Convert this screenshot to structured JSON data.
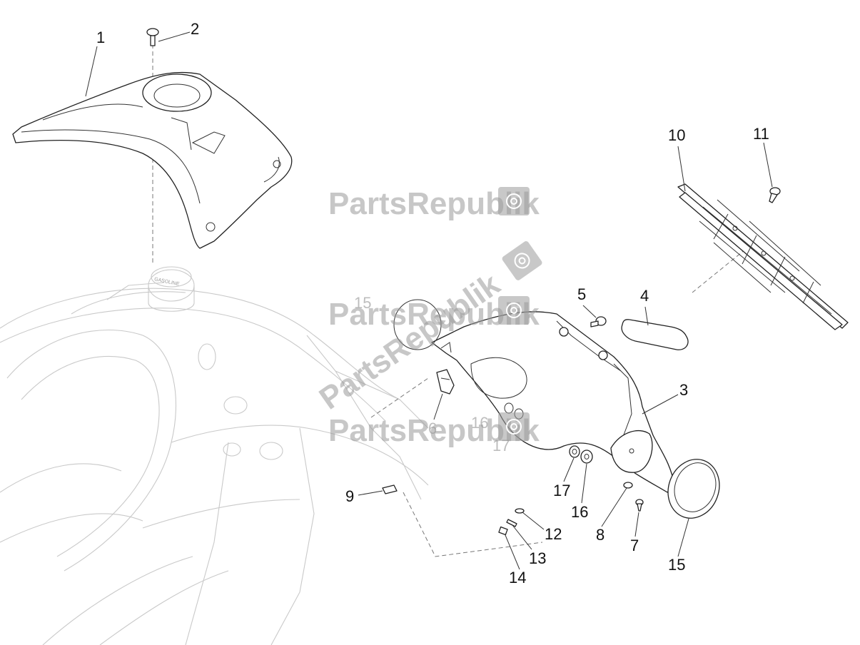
{
  "diagram": {
    "callouts": [
      {
        "id": "c1",
        "text": "1"
      },
      {
        "id": "c2",
        "text": "2"
      },
      {
        "id": "c3",
        "text": "3"
      },
      {
        "id": "c4",
        "text": "4"
      },
      {
        "id": "c5",
        "text": "5"
      },
      {
        "id": "c7",
        "text": "7"
      },
      {
        "id": "c8",
        "text": "8"
      },
      {
        "id": "c9",
        "text": "9"
      },
      {
        "id": "c10",
        "text": "10"
      },
      {
        "id": "c11",
        "text": "11"
      },
      {
        "id": "c12",
        "text": "12"
      },
      {
        "id": "c13",
        "text": "13"
      },
      {
        "id": "c14",
        "text": "14"
      },
      {
        "id": "c15a",
        "text": "15"
      },
      {
        "id": "c16",
        "text": "16"
      },
      {
        "id": "c17",
        "text": "17"
      }
    ],
    "ghost_labels": {
      "l15": "15",
      "l6": "6",
      "l16": "16",
      "l17": "17"
    },
    "cap_text": "GASOLINE"
  },
  "watermark": {
    "text": "PartsRepublik",
    "icon": "gear-icon",
    "color": "#9a9a9a"
  }
}
